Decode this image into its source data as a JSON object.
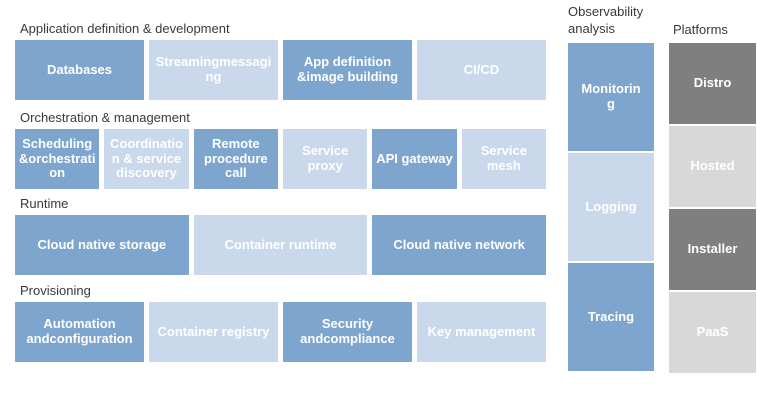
{
  "colors": {
    "medium_blue": "#7DA5CE",
    "light_blue": "#C9D8EA",
    "dark_gray": "#7F7F7F",
    "light_gray": "#D8D8D8",
    "cell_text": "#FFFFFF",
    "header_text": "#3A3A3A"
  },
  "sections": [
    {
      "title": "Application definition & development",
      "cells": [
        {
          "label": "Databases",
          "tone": "medium"
        },
        {
          "label": "Streamingmessaging",
          "tone": "light"
        },
        {
          "label": "App definition &image building",
          "tone": "medium"
        },
        {
          "label": "CI/CD",
          "tone": "light"
        }
      ]
    },
    {
      "title": "Orchestration & management",
      "cells": [
        {
          "label": "Scheduling &orchestration",
          "tone": "medium"
        },
        {
          "label": "Coordination & service discovery",
          "tone": "light"
        },
        {
          "label": "Remote procedure call",
          "tone": "medium"
        },
        {
          "label": "Service proxy",
          "tone": "light"
        },
        {
          "label": "API gateway",
          "tone": "medium"
        },
        {
          "label": "Service mesh",
          "tone": "light"
        }
      ]
    },
    {
      "title": "Runtime",
      "cells": [
        {
          "label": "Cloud native storage",
          "tone": "medium"
        },
        {
          "label": "Container runtime",
          "tone": "light"
        },
        {
          "label": "Cloud native network",
          "tone": "medium"
        }
      ]
    },
    {
      "title": "Provisioning",
      "cells": [
        {
          "label": "Automation andconfiguration",
          "tone": "medium"
        },
        {
          "label": "Container registry",
          "tone": "light"
        },
        {
          "label": "Security andcompliance",
          "tone": "medium"
        },
        {
          "label": "Key management",
          "tone": "light"
        }
      ]
    }
  ],
  "observability": {
    "title": "Observability analysis",
    "cells": [
      {
        "label": "Monitoring",
        "tone": "medium"
      },
      {
        "label": "Logging",
        "tone": "light"
      },
      {
        "label": "Tracing",
        "tone": "medium"
      }
    ]
  },
  "platforms": {
    "title": "Platforms",
    "cells": [
      {
        "label": "Distro",
        "tone": "dark"
      },
      {
        "label": "Hosted",
        "tone": "gray"
      },
      {
        "label": "Installer",
        "tone": "dark"
      },
      {
        "label": "PaaS",
        "tone": "gray"
      }
    ]
  }
}
